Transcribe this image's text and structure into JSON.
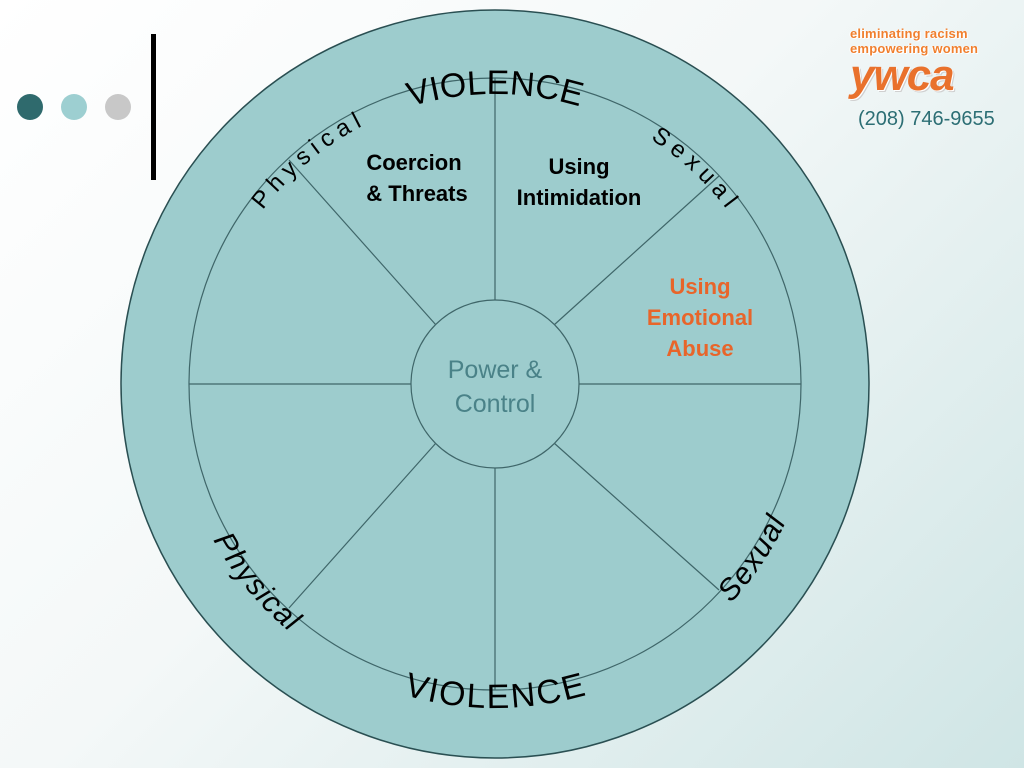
{
  "slide": {
    "dots": [
      {
        "name": "dot-dark",
        "color": "#2f6a6d"
      },
      {
        "name": "dot-teal",
        "color": "#9dcfd1"
      },
      {
        "name": "dot-gray",
        "color": "#c8c8c8"
      }
    ]
  },
  "logo": {
    "tagline_1": "eliminating racism",
    "tagline_2": "empowering women",
    "brand": "ywca",
    "phone": "(208) 746-9655",
    "color": "#e9712c"
  },
  "wheel": {
    "center_line_1": "Power &",
    "center_line_2": "Control",
    "rim_top": "VIOLENCE",
    "rim_bottom": "VIOLENCE",
    "rim_upper_left": "Physical",
    "rim_upper_right": "Sexual",
    "rim_lower_left": "Physical",
    "rim_lower_right": "Sexual",
    "segments": [
      {
        "line_1": "Coercion",
        "line_2": "& Threats",
        "color": "#000000"
      },
      {
        "line_1": "Using",
        "line_2": "Intimidation",
        "color": "#000000"
      },
      {
        "line_1": "Using",
        "line_2": "Emotional",
        "line_3": "Abuse",
        "color": "#e8652a"
      }
    ],
    "fill_color": "#9dcccd"
  }
}
